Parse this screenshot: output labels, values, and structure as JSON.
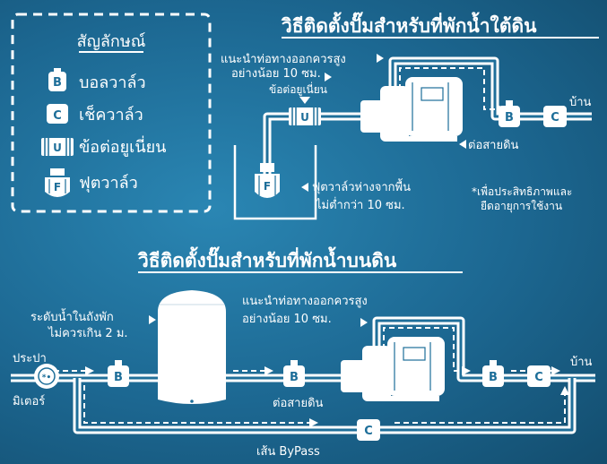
{
  "legend": {
    "title": "สัญลักษณ์",
    "items": [
      {
        "letter": "B",
        "label": "บอลวาล์ว"
      },
      {
        "letter": "C",
        "label": "เช็ควาล์ว"
      },
      {
        "letter": "U",
        "label": "ข้อต่อยูเนี่ยน"
      },
      {
        "letter": "F",
        "label": "ฟุตวาล์ว"
      }
    ]
  },
  "underground": {
    "title": "วิธีติดตั้งปั๊มสำหรับที่พักน้ำใต้ดิน",
    "outlet_note_1": "แนะนำท่อทางออกควรสูง",
    "outlet_note_2": "อย่างน้อย 10 ซม.",
    "union_label": "ข้อต่อยูเนี่ยน",
    "house_label": "บ้าน",
    "ground_label": "ต่อสายดิน",
    "foot_note_1": "ฟุตวาล์วห่างจากพื้น",
    "foot_note_2": "ไม่ต่ำกว่า 10 ซม.",
    "efficiency_1": "*เพื่อประสิทธิภาพและ",
    "efficiency_2": "ยืดอายุการใช้งาน",
    "valve_b": "B",
    "valve_c": "C",
    "valve_u": "U",
    "valve_f": "F"
  },
  "aboveground": {
    "title": "วิธีติดตั้งปั๊มสำหรับที่พักน้ำบนดิน",
    "tank_note_1": "ระดับน้ำในถังพัก",
    "tank_note_2": "ไม่ควรเกิน 2 ม.",
    "outlet_note_1": "แนะนำท่อทางออกควรสูง",
    "outlet_note_2": "อย่างน้อย 10 ซม.",
    "supply_label": "ประปา",
    "meter_label": "มิเตอร์",
    "ground_label": "ต่อสายดิน",
    "house_label": "บ้าน",
    "bypass_label": "เส้น ByPass",
    "valve_b": "B",
    "valve_c": "C"
  },
  "colors": {
    "background": "#1c6791",
    "line": "#ffffff",
    "symbol_letter": "#1d6e99"
  }
}
